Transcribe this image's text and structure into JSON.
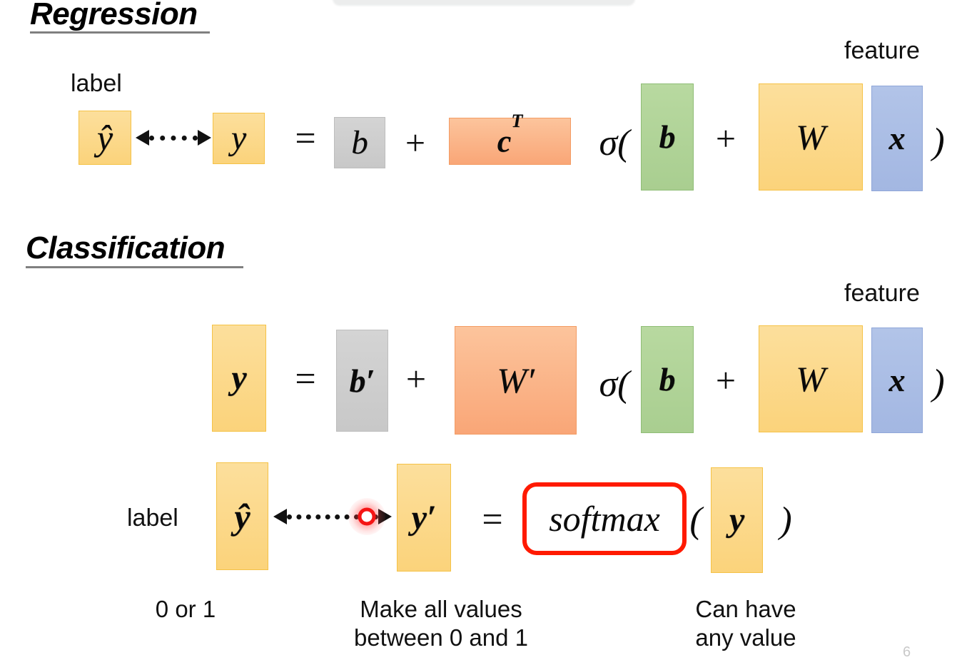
{
  "slide": {
    "page_number": "6",
    "sections": [
      {
        "heading": "Regression",
        "label_note": "label",
        "feature_note": "feature",
        "equation": {
          "lhs_pred": "ŷ",
          "lhs_target": "y",
          "equals": "=",
          "bias_outer": "b",
          "plus_outer": "+",
          "weight_outer": "cT",
          "weight_outer_base": "c",
          "weight_outer_sup": "T",
          "sigma_open": "σ(",
          "bias_inner": "b",
          "plus_inner": "+",
          "weight_inner": "W",
          "feature": "x",
          "close_paren": ")"
        }
      },
      {
        "heading": "Classification",
        "feature_note": "feature",
        "equation_main": {
          "lhs": "y",
          "equals": "=",
          "bias_outer": "b′",
          "plus_outer": "+",
          "weight_outer": "W′",
          "sigma_open": "σ(",
          "bias_inner": "b",
          "plus_inner": "+",
          "weight_inner": "W",
          "feature": "x",
          "close_paren": ")"
        },
        "equation_softmax": {
          "label_note": "label",
          "lhs_pred": "ŷ",
          "lhs_target": "y′",
          "equals": "=",
          "function_name": "softmax",
          "open_paren": "(",
          "argument": "y",
          "close_paren": ")"
        },
        "captions": [
          {
            "lines": [
              "0 or 1"
            ]
          },
          {
            "lines": [
              "Make all values",
              "between 0 and 1"
            ]
          },
          {
            "lines": [
              "Can have",
              "any value"
            ]
          }
        ]
      }
    ]
  },
  "colors": {
    "yellow": "#fbd37b",
    "gray": "#cccccc",
    "orange": "#f9a677",
    "green": "#aecf94",
    "blue": "#a7bae3",
    "red_highlight": "#ff1a00",
    "laser": "#f51414",
    "rule": "#808080",
    "page_number": "#c9c9c9"
  }
}
